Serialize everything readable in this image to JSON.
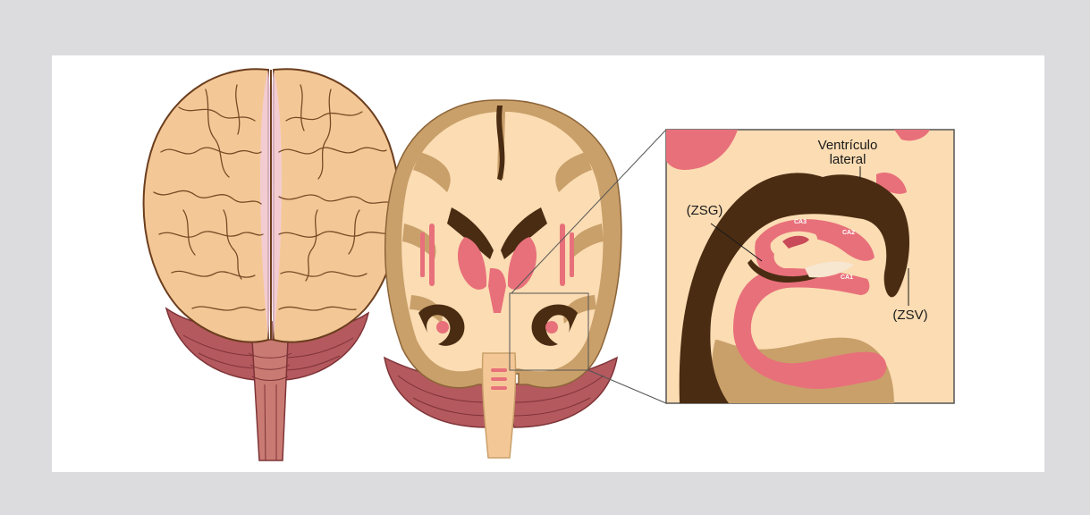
{
  "labels": {
    "ventricle_line1": "Ventrículo",
    "ventricle_line2": "lateral",
    "zsg": "(ZSG)",
    "zsv": "(ZSV)",
    "ca1": "CA1",
    "ca2": "CA2",
    "ca3": "CA3"
  },
  "colors": {
    "frame": "#dcdcde",
    "panel": "#ffffff",
    "cortex": "#f4c896",
    "white_matter": "#fbdcb3",
    "gray_border": "#c9a06a",
    "ventricle": "#4a2c12",
    "pink": "#e8707a",
    "cerebellum": "#b4595e",
    "lobe_highlight": "#f2cde0"
  }
}
